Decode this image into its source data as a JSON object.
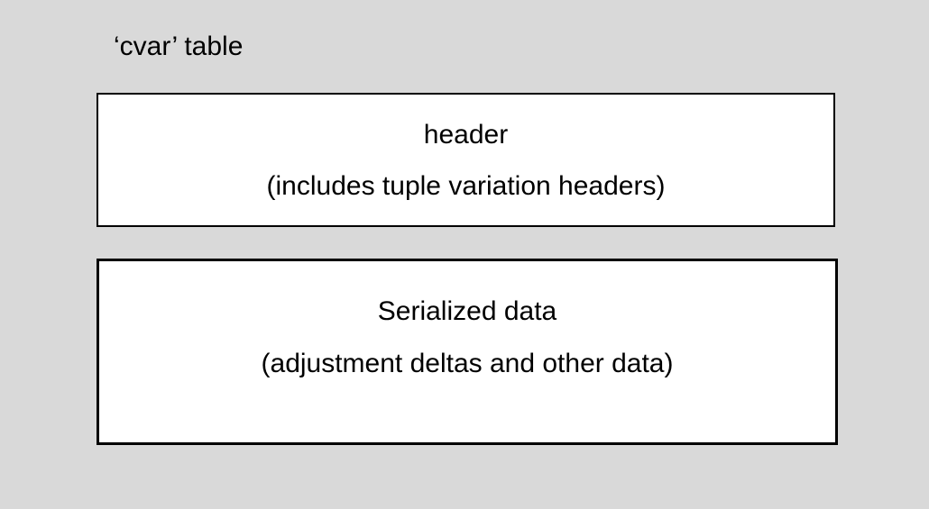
{
  "diagram": {
    "title": "‘cvar’ table",
    "boxes": [
      {
        "id": "header",
        "line1": "header",
        "line2": "(includes tuple variation headers)"
      },
      {
        "id": "serialized-data",
        "line1": "Serialized data",
        "line2": "(adjustment deltas and other data)"
      }
    ],
    "colors": {
      "background": "#d9d9d9",
      "box_fill": "#ffffff",
      "box_border": "#000000",
      "text": "#000000"
    }
  }
}
